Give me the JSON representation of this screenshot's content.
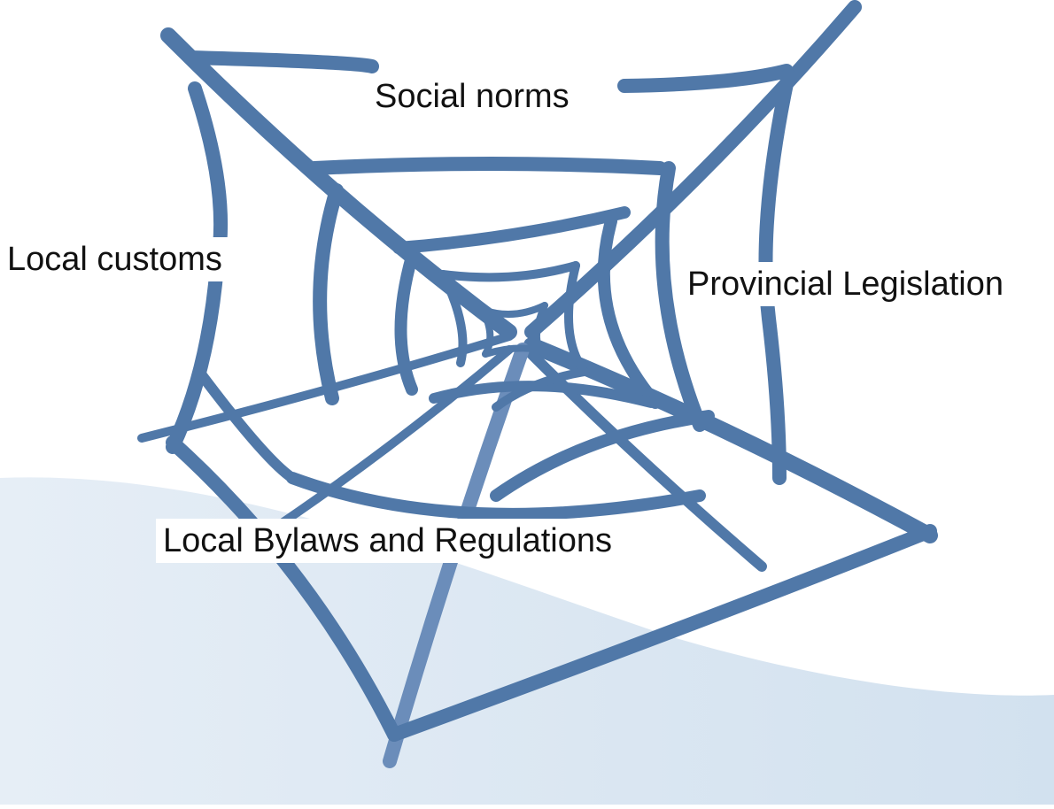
{
  "labels": {
    "top": "Social norms",
    "left": "Local customs",
    "right": "Provincial Legislation",
    "bottom": "Local Bylaws and Regulations"
  },
  "colors": {
    "web": "#5078a8",
    "web_light": "#7596bf",
    "wave_start": "#e6eef6",
    "wave_end": "#d2e1ef",
    "background": "#ffffff",
    "text": "#111111"
  },
  "icons": {
    "web": "spider-web-icon"
  }
}
